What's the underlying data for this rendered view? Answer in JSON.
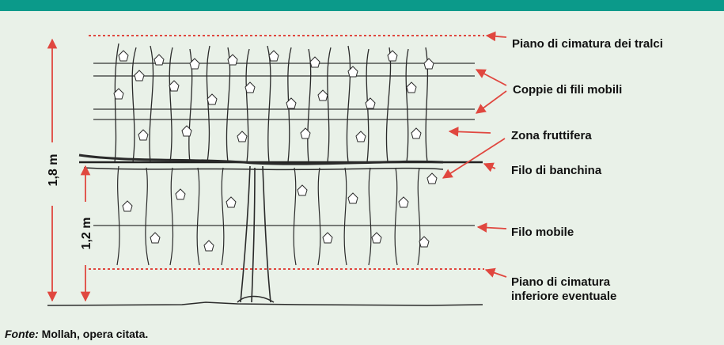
{
  "header": {
    "title": ""
  },
  "labels": {
    "cimatura_tralci": "Piano di cimatura dei tralci",
    "coppie_fili": "Coppie di fili mobili",
    "zona_fruttifera": "Zona fruttifera",
    "filo_banchina": "Filo di banchina",
    "filo_mobile": "Filo mobile",
    "cimatura_inferiore_1": "Piano di cimatura",
    "cimatura_inferiore_2": "inferiore eventuale"
  },
  "dimensions": {
    "height_total": "1,8 m",
    "height_banchina": "1,2 m"
  },
  "source": {
    "prefix": "Fonte:",
    "text": " Mollah, opera citata."
  },
  "colors": {
    "accent": "#0b9a8a",
    "arrow": "#e0473f",
    "background": "#e9f1e8",
    "ink": "#2a2a2a"
  }
}
